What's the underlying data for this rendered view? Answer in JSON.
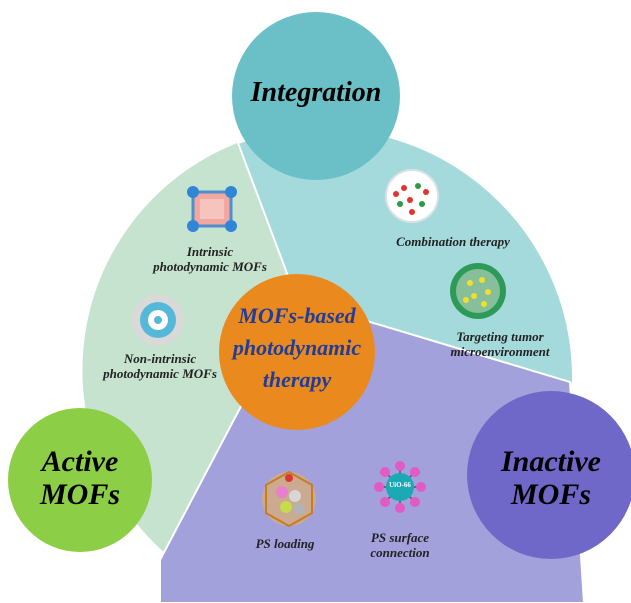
{
  "center": {
    "line1": "MOFs-based",
    "line2": "photodynamic",
    "line3": "therapy"
  },
  "nodes": {
    "integration": "Integration",
    "active": {
      "line1": "Active",
      "line2": "MOFs"
    },
    "inactive": {
      "line1": "Inactive",
      "line2": "MOFs"
    }
  },
  "labels": {
    "intrinsic": {
      "line1": "Intrinsic",
      "line2": "photodynamic MOFs"
    },
    "non_intrinsic": {
      "line1": "Non-intrinsic",
      "line2": "photodynamic MOFs"
    },
    "combination": "Combination therapy",
    "targeting": {
      "line1": "Targeting tumor",
      "line2": "microenvironment"
    },
    "ps_loading": "PS loading",
    "ps_surface": {
      "line1": "PS surface",
      "line2": "connection"
    },
    "uio": "UiO-66"
  },
  "colors": {
    "sector_green": "#c6e3cf",
    "sector_teal": "#a5dadc",
    "sector_purple": "#a3a1dc",
    "center_orange": "#ea8a1e",
    "center_text": "#1f3d99",
    "integration_circle": "#6bbfc6",
    "active_circle": "#8cce45",
    "inactive_circle": "#7068c8"
  }
}
